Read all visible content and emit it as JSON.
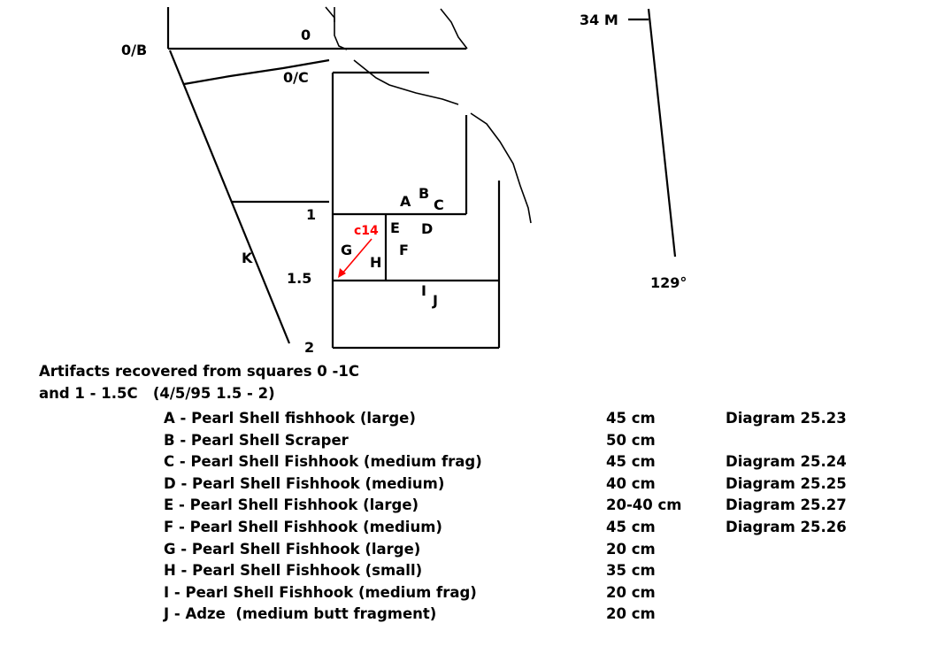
{
  "diagram": {
    "labels": {
      "zero": "0",
      "zero_b": "0/B",
      "zero_c": "0/C",
      "one": "1",
      "one_five": "1.5",
      "two": "2",
      "k": "K",
      "a": "A",
      "b": "B",
      "c": "C",
      "d": "D",
      "e": "E",
      "f": "F",
      "g": "G",
      "h": "H",
      "i": "I",
      "j": "J",
      "c14": "c14",
      "distance": "34 M",
      "bearing": "129°"
    },
    "colors": {
      "line": "#000000",
      "c14": "#ff0000"
    }
  },
  "caption": {
    "line1": "Artifacts recovered from squares 0 -1C",
    "line2": "and 1 - 1.5C   (4/5/95 1.5 - 2)"
  },
  "artifacts": [
    {
      "item": "A - Pearl Shell fishhook (large)",
      "depth": "45 cm",
      "diagram": "Diagram 25.23"
    },
    {
      "item": "B - Pearl Shell Scraper",
      "depth": "50 cm",
      "diagram": ""
    },
    {
      "item": "C - Pearl Shell Fishhook (medium frag)",
      "depth": "45 cm",
      "diagram": "Diagram 25.24"
    },
    {
      "item": "D - Pearl Shell Fishhook (medium)",
      "depth": "40 cm",
      "diagram": "Diagram 25.25"
    },
    {
      "item": "E - Pearl Shell Fishhook (large)",
      "depth": "20-40 cm",
      "diagram": "Diagram 25.27"
    },
    {
      "item": "F - Pearl Shell Fishhook (medium)",
      "depth": "45 cm",
      "diagram": "Diagram 25.26"
    },
    {
      "item": "G - Pearl Shell Fishhook (large)",
      "depth": "20 cm",
      "diagram": ""
    },
    {
      "item": "H - Pearl Shell Fishhook (small)",
      "depth": "35 cm",
      "diagram": ""
    },
    {
      "item": "I - Pearl Shell Fishhook (medium frag)",
      "depth": "20 cm",
      "diagram": ""
    },
    {
      "item": "J - Adze  (medium butt fragment)",
      "depth": "20 cm",
      "diagram": ""
    }
  ]
}
